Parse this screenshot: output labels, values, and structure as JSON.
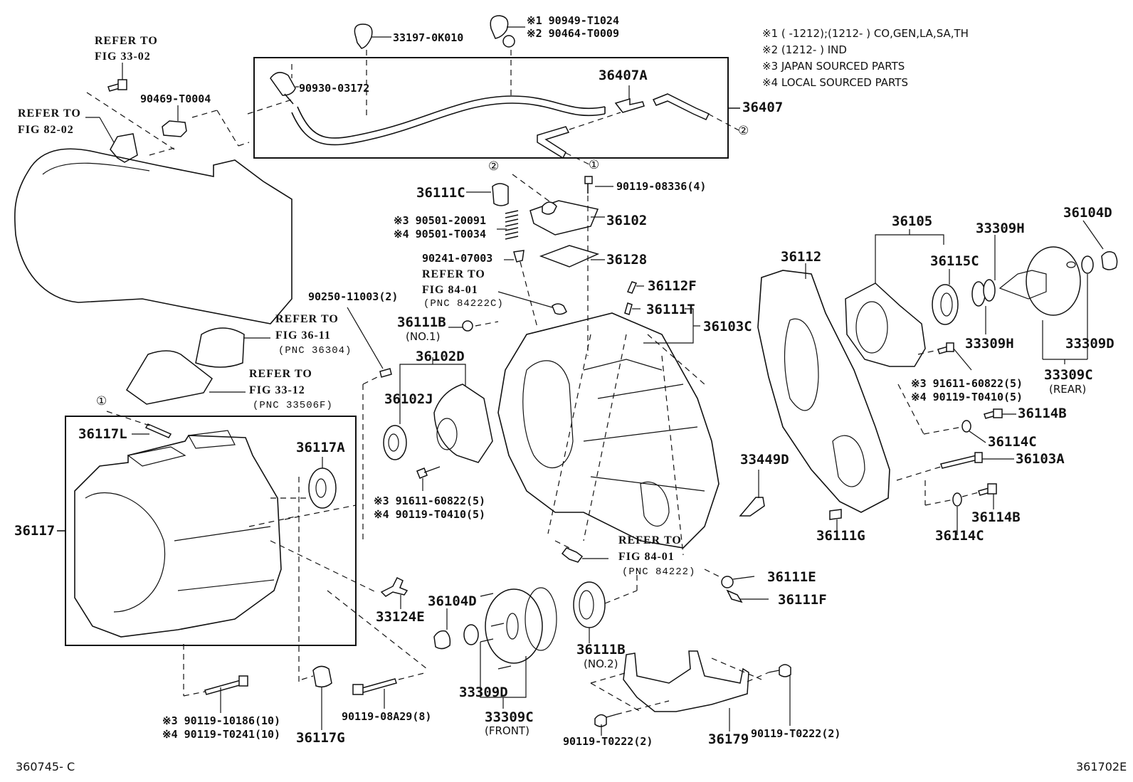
{
  "diagram": {
    "type": "parts-exploded-view",
    "figure_code_left": "360745- C",
    "figure_code_right": "361702E",
    "notes": [
      "※1 (      -1212);(1212-      ) CO,GEN,LA,SA,TH",
      "※2 (1212-      ) IND",
      "※3 JAPAN SOURCED PARTS",
      "※4 LOCAL SOURCED PARTS"
    ],
    "refs": {
      "fig3302_a": "REFER TO",
      "fig3302_b": "FIG 33-02",
      "fig8202_a": "REFER TO",
      "fig8202_b": "FIG 82-02",
      "fig8401c_a": "REFER TO",
      "fig8401c_b": "FIG 84-01",
      "fig8401c_c": "(PNC 84222C)",
      "fig3611_a": "REFER TO",
      "fig3611_b": "FIG 36-11",
      "fig3611_c": "(PNC 36304)",
      "fig3312_a": "REFER TO",
      "fig3312_b": "FIG 33-12",
      "fig3312_c": "(PNC 33506F)",
      "fig8401_a": "REFER TO",
      "fig8401_b": "FIG 84-01",
      "fig8401_c": "(PNC 84222)"
    },
    "markers": {
      "one": "①",
      "two": "②"
    },
    "parts": {
      "p33197": "33197-0K010",
      "p90949a": "※1 90949-T1024",
      "p90464b": "※2 90464-T0009",
      "p90469": "90469-T0004",
      "p90930": "90930-03172",
      "p36407A": "36407A",
      "p36407": "36407",
      "p36111C": "36111C",
      "p90119_08336": "90119-08336(4)",
      "p36102": "36102",
      "p90501a": "※3 90501-20091",
      "p90501b": "※4 90501-T0034",
      "p90241": "90241-07003",
      "p36128": "36128",
      "p36112F": "36112F",
      "p36111T": "36111T",
      "p36103C": "36103C",
      "p90250": "90250-11003(2)",
      "p36111B1": "36111B",
      "p36111B1_sub": "(NO.1)",
      "p36102D": "36102D",
      "p36102J": "36102J",
      "p91611a": "※3 91611-60822(5)",
      "p90119b": "※4 90119-T0410(5)",
      "p36117L": "36117L",
      "p36117A": "36117A",
      "p36117": "36117",
      "p36112": "36112",
      "p36105": "36105",
      "p36115C": "36115C",
      "p33309H_top": "33309H",
      "p36104D_r": "36104D",
      "p33309H_bot": "33309H",
      "p33309D_r": "33309D",
      "p33309C_r": "33309C",
      "p33309C_r_sub": "(REAR)",
      "p91611r": "※3 91611-60822(5)",
      "p90119r": "※4 90119-T0410(5)",
      "p36114B_top": "36114B",
      "p36114C_top": "36114C",
      "p36103A": "36103A",
      "p33449D": "33449D",
      "p36111G": "36111G",
      "p36114C_bot": "36114C",
      "p36114B_bot": "36114B",
      "p36111E": "36111E",
      "p36111F": "36111F",
      "p33124E": "33124E",
      "p36104D_f": "36104D",
      "p36111B2": "36111B",
      "p36111B2_sub": "(NO.2)",
      "p33309D_f": "33309D",
      "p33309C_f": "33309C",
      "p33309C_f_sub": "(FRONT)",
      "p90119_10186": "※3 90119-10186(10)",
      "p90119_T0241": "※4 90119-T0241(10)",
      "p36117G": "36117G",
      "p90119_08A29": "90119-08A29(8)",
      "p90119_T0222_l": "90119-T0222(2)",
      "p90119_T0222_r": "90119-T0222(2)",
      "p36179": "36179"
    }
  }
}
